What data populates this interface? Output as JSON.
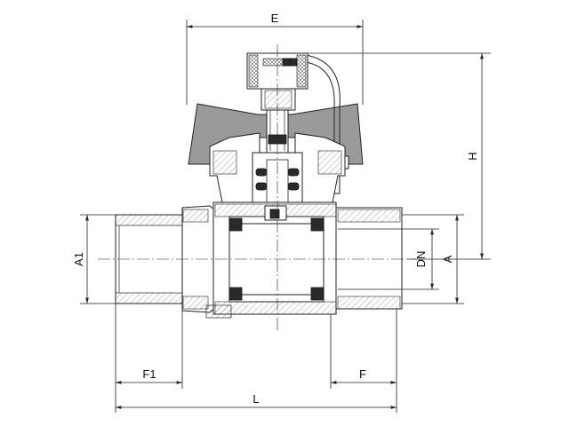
{
  "labels": {
    "E": "E",
    "H": "H",
    "A1": "A1",
    "DN": "DN",
    "A": "A",
    "F1": "F1",
    "F": "F",
    "L": "L"
  }
}
